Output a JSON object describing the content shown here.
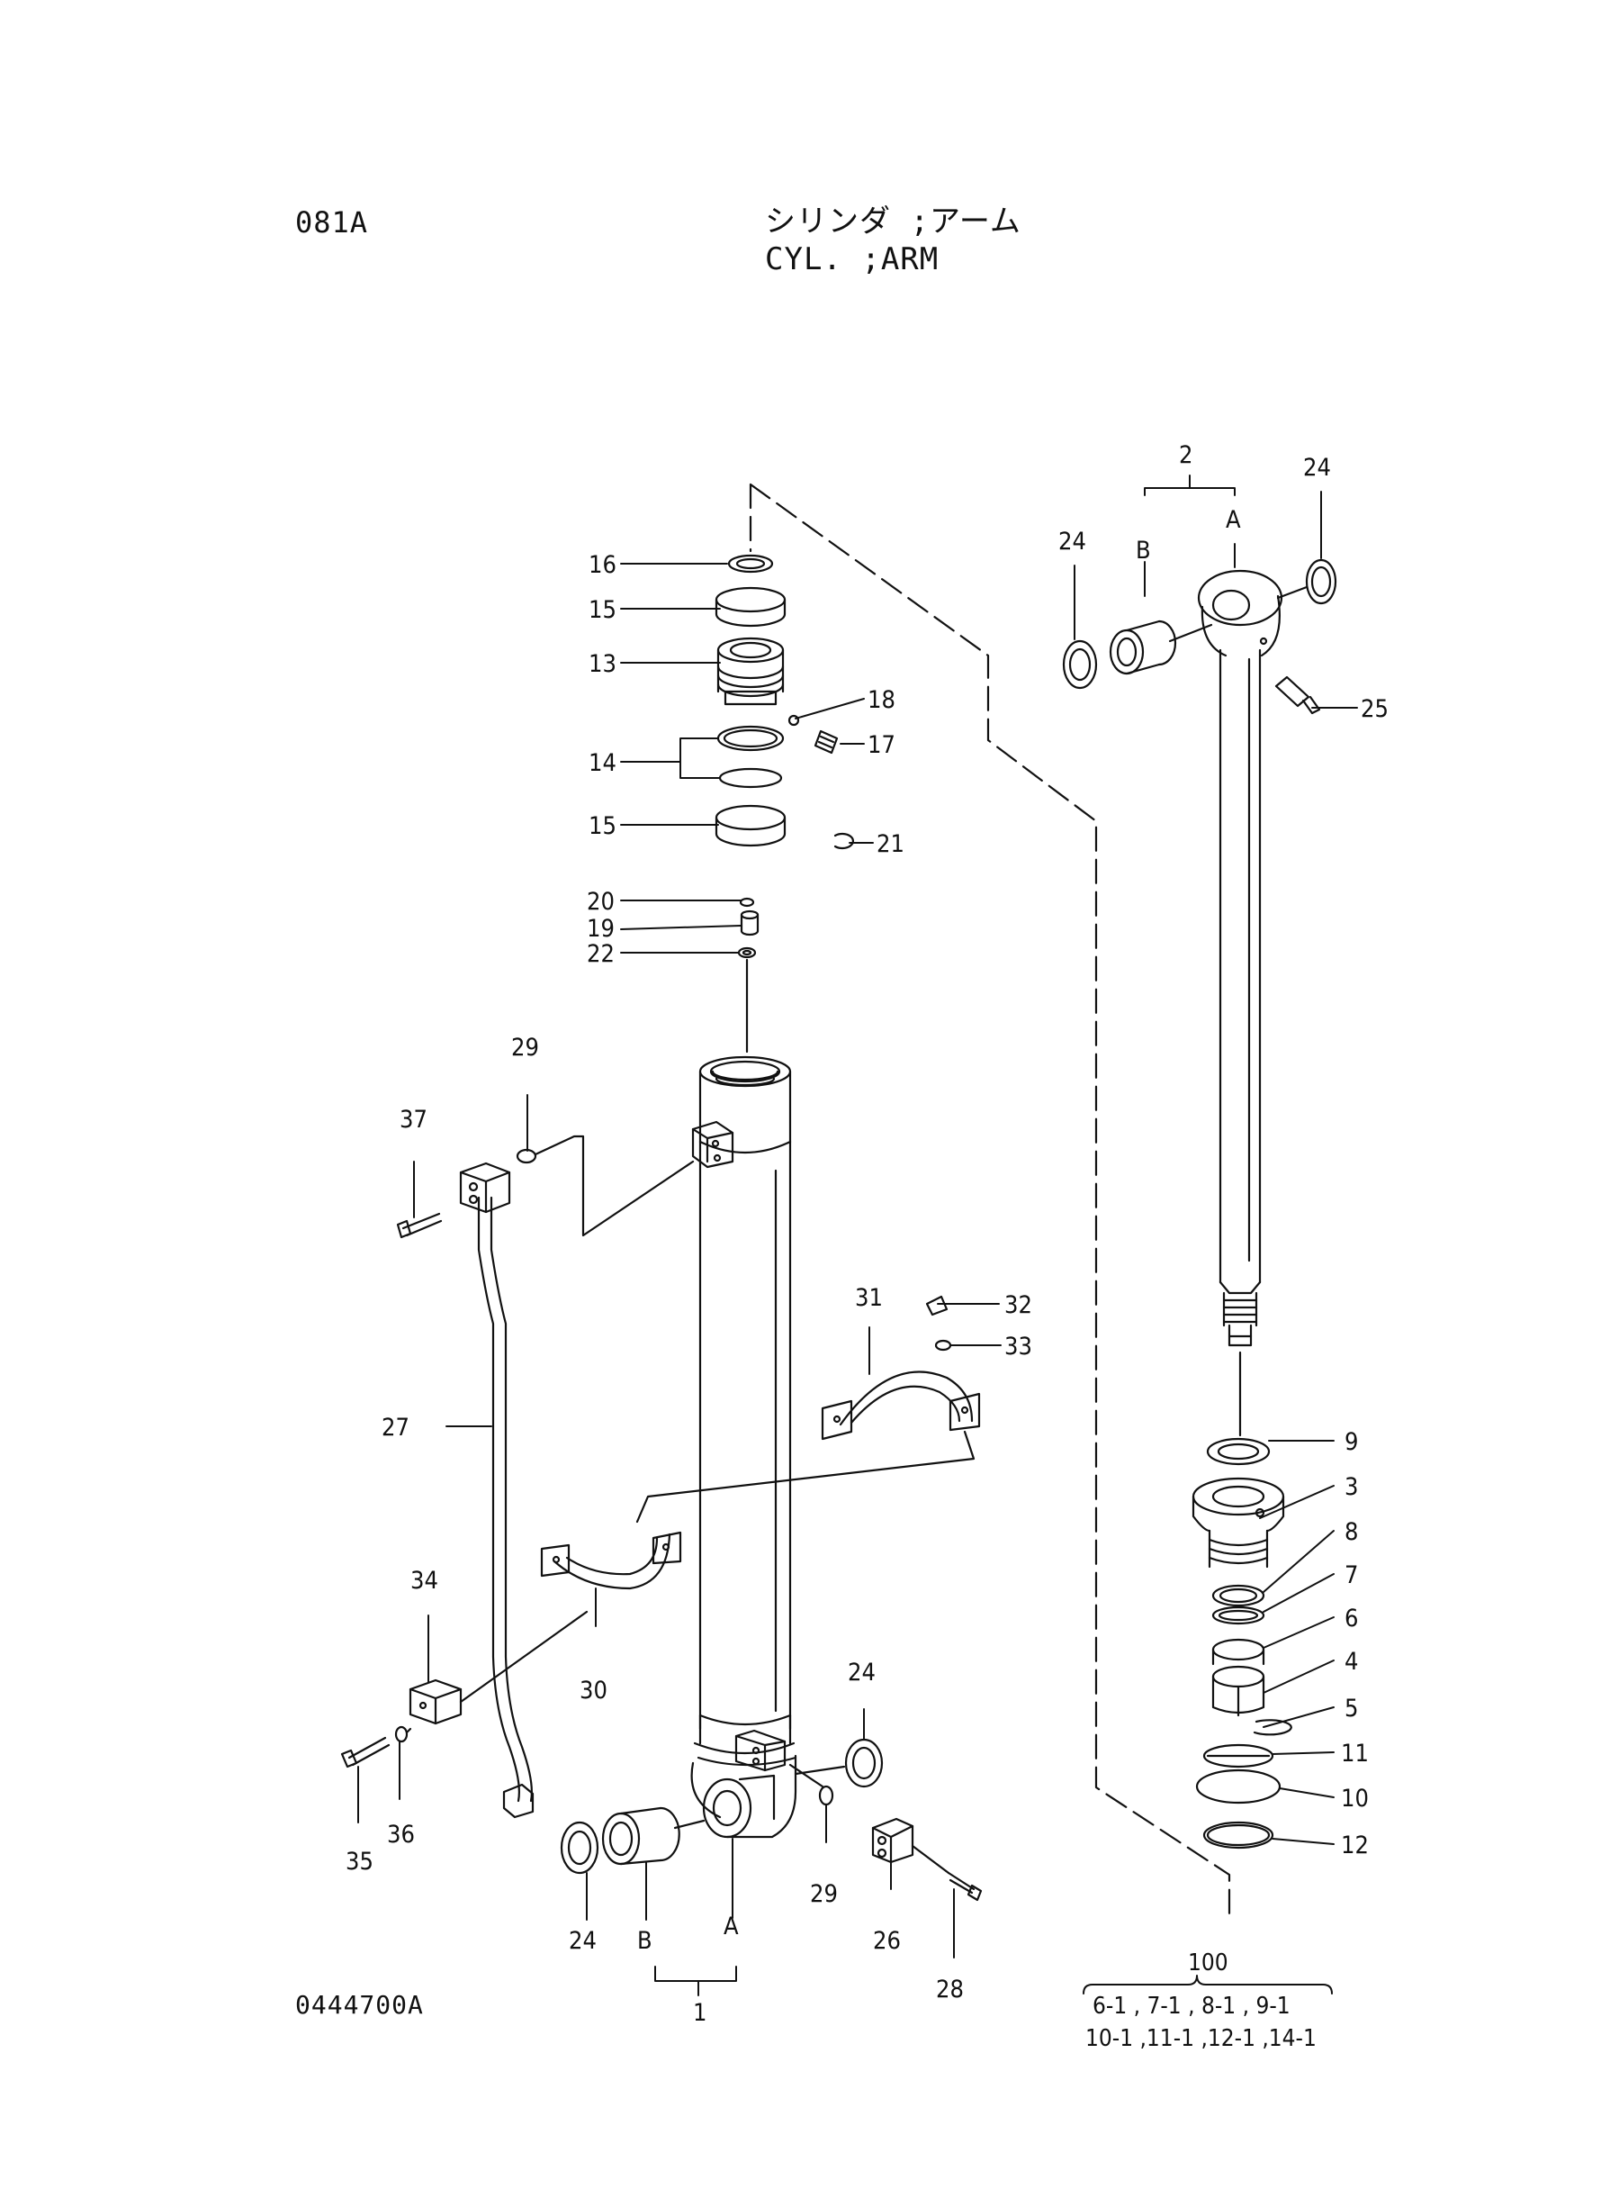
{
  "sheet": {
    "page_code": "081A",
    "title_jp": "シリンダ ;アーム",
    "title_en": "CYL. ;ARM",
    "drawing_number": "0444700A"
  },
  "callouts": {
    "p1": "1",
    "p2": "2",
    "p3": "3",
    "p4": "4",
    "p5": "5",
    "p6": "6",
    "p7": "7",
    "p8": "8",
    "p9": "9",
    "p10": "10",
    "p11": "11",
    "p12": "12",
    "p13": "13",
    "p14": "14",
    "p15a": "15",
    "p15b": "15",
    "p16": "16",
    "p17": "17",
    "p18": "18",
    "p19": "19",
    "p20": "20",
    "p21": "21",
    "p22": "22",
    "p24a": "24",
    "p24b": "24",
    "p24c": "24",
    "p24d": "24",
    "p25": "25",
    "p26": "26",
    "p27": "27",
    "p28": "28",
    "p29a": "29",
    "p29b": "29",
    "p30": "30",
    "p31": "31",
    "p32": "32",
    "p33": "33",
    "p34": "34",
    "p35": "35",
    "p36": "36",
    "p37": "37",
    "a_rod": "A",
    "b_rod": "B",
    "a_tube": "A",
    "b_tube": "B"
  },
  "seal_kit": {
    "number": "100",
    "line1": "6-1 , 7-1 , 8-1 , 9-1",
    "line2": "10-1 ,11-1 ,12-1 ,14-1"
  }
}
